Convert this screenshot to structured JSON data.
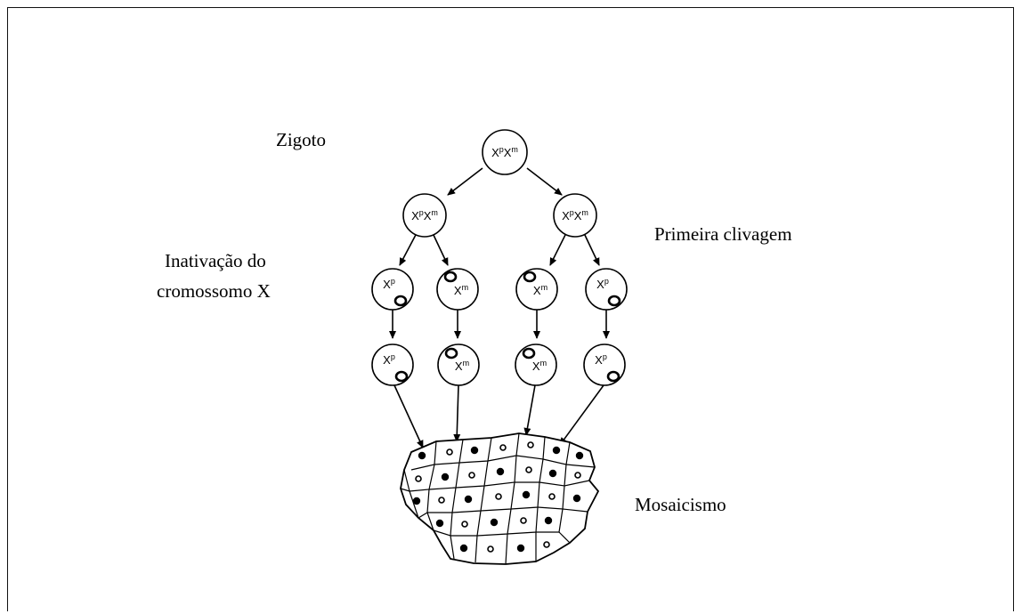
{
  "labels": {
    "zigoto": "Zigoto",
    "primeira_clivagem": "Primeira clivagem",
    "inativacao_line1": "Inativação do",
    "inativacao_line2": "cromossomo X",
    "mosaicismo": "Mosaicismo"
  },
  "cells": {
    "zygote": {
      "base1": "X",
      "sup1": "p",
      "base2": "X",
      "sup2": "m"
    },
    "cleavage_left": {
      "base1": "X",
      "sup1": "p",
      "base2": "X",
      "sup2": "m"
    },
    "cleavage_right": {
      "base1": "X",
      "sup1": "p",
      "base2": "X",
      "sup2": "m"
    },
    "inact_1": {
      "base": "X",
      "sup": "p"
    },
    "inact_2": {
      "base": "X",
      "sup": "m"
    },
    "inact_3": {
      "base": "X",
      "sup": "m"
    },
    "inact_4": {
      "base": "X",
      "sup": "p"
    },
    "clone_1": {
      "base": "X",
      "sup": "p"
    },
    "clone_2": {
      "base": "X",
      "sup": "m"
    },
    "clone_3": {
      "base": "X",
      "sup": "m"
    },
    "clone_4": {
      "base": "X",
      "sup": "p"
    }
  },
  "colors": {
    "ink": "#000000",
    "background": "#ffffff"
  }
}
